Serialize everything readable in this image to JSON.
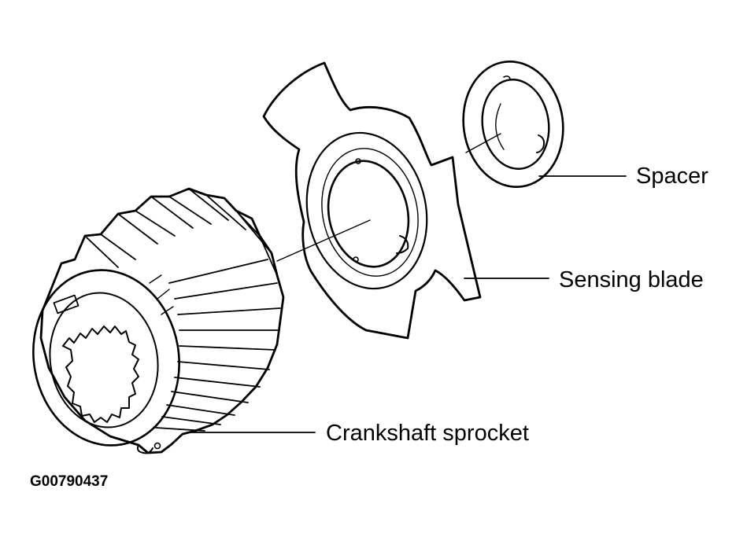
{
  "figure": {
    "labels": {
      "spacer": "Spacer",
      "sensing_blade": "Sensing blade",
      "crankshaft_sprocket": "Crankshaft sprocket"
    },
    "figure_id": "G00790437"
  },
  "colors": {
    "ink": "#000000",
    "paper": "#ffffff"
  }
}
